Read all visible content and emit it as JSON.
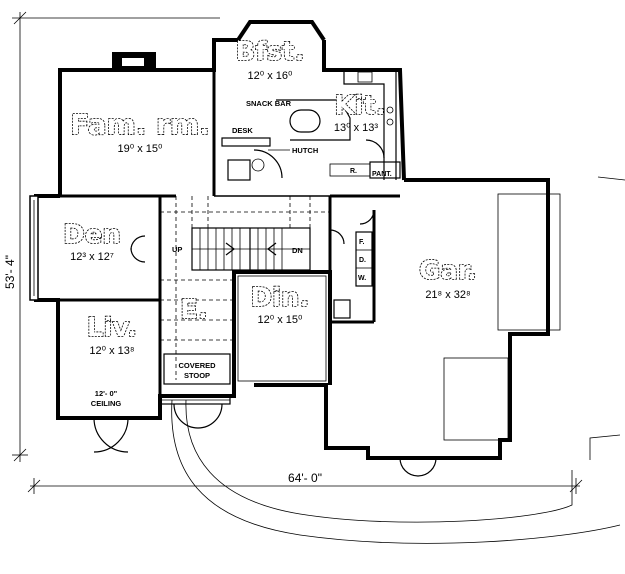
{
  "rooms": {
    "famrm": {
      "name": "Fam. rm.",
      "size": "19⁰ x 15⁰"
    },
    "bfst": {
      "name": "Bfst.",
      "size": "12⁰ x 16⁰"
    },
    "kit": {
      "name": "Kit.",
      "size": "13⁰ x 13³"
    },
    "den": {
      "name": "Den",
      "size": "12³ x 12⁷"
    },
    "liv": {
      "name": "Liv.",
      "size": "12⁰ x 13⁸"
    },
    "din": {
      "name": "Din.",
      "size": "12⁰ x 15⁰"
    },
    "gar": {
      "name": "Gar.",
      "size": "21⁸ x 32⁸"
    },
    "entry": {
      "name": "E."
    }
  },
  "labels": {
    "snack_bar": "SNACK BAR",
    "desk": "DESK",
    "hutch": "HUTCH",
    "pantry": "PANT.",
    "refrigerator": "R.",
    "up": "UP",
    "down": "DN",
    "covered_stoop_line1": "COVERED",
    "covered_stoop_line2": "STOOP",
    "ceiling_line1": "12'- 0\"",
    "ceiling_line2": "CEILING",
    "dryer": "D.",
    "washer": "W.",
    "freezer": "F."
  },
  "dimensions": {
    "width": "64'- 0\"",
    "depth": "53'- 4\""
  }
}
